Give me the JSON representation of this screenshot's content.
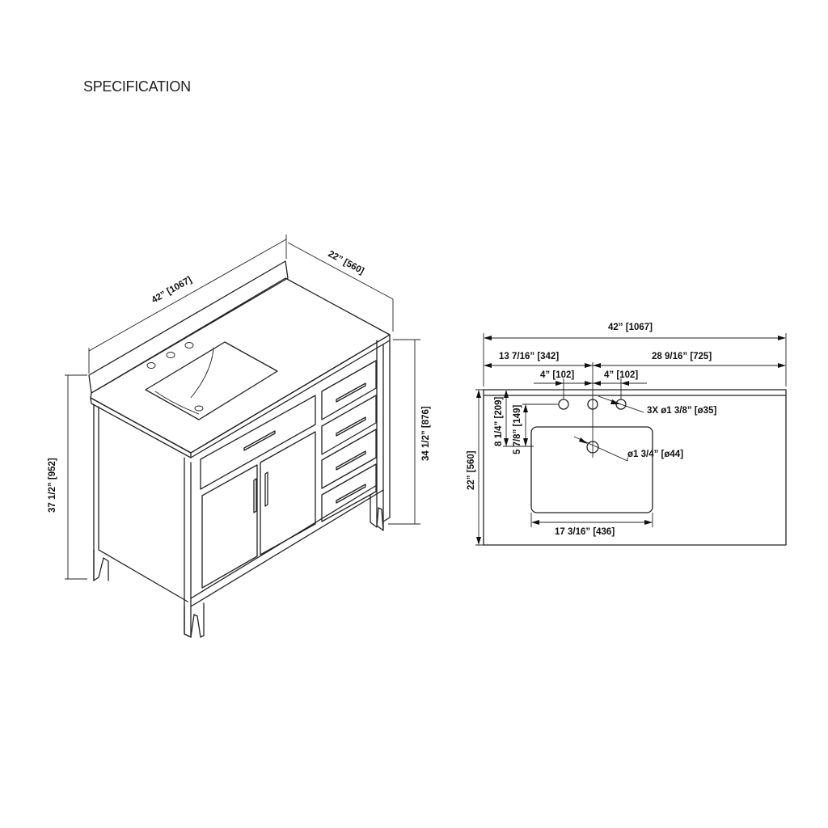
{
  "title": "SPECIFICATION",
  "perspective_view": {
    "width": "42” [1067]",
    "depth": "22” [560]",
    "total_height": "37 1/2” [952]",
    "counter_height": "34 1/2” [876]"
  },
  "top_view": {
    "overall_width": "42” [1067]",
    "left_offset": "13 7/16” [342]",
    "right_offset": "28 9/16” [725]",
    "hole_spacing_left": "4” [102]",
    "hole_spacing_right": "4” [102]",
    "depth": "22” [560]",
    "hole_row_depth": "8 1/4” [209]",
    "drain_depth": "5 7/8” [149]",
    "faucet_holes": "3X ø1 3/8” [ø35]",
    "drain_hole": "ø1 3/4” [ø44]",
    "basin_width": "17 3/16” [436]"
  },
  "colors": {
    "line": "#222222",
    "background": "#ffffff"
  }
}
